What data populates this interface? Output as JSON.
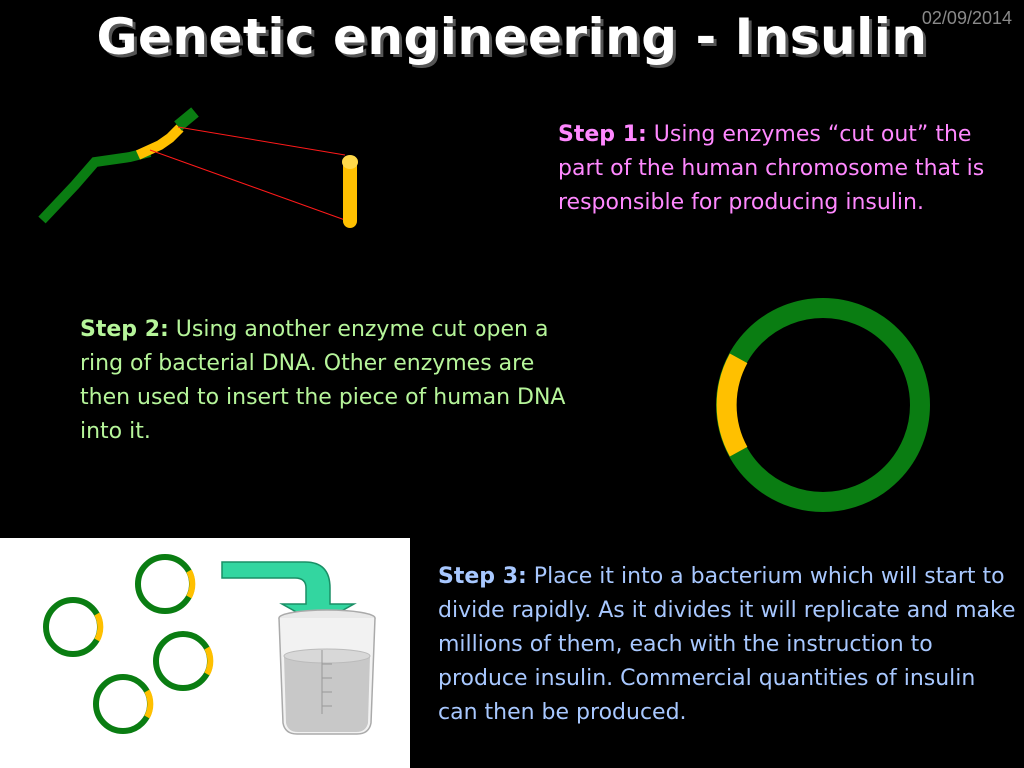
{
  "header": {
    "date": "02/09/2014",
    "title": "Genetic engineering - Insulin"
  },
  "steps": [
    {
      "label": "Step 1:",
      "text": "Using enzymes “cut out” the part of the human chromosome that is responsible for producing insulin."
    },
    {
      "label": "Step 2:",
      "text": "Using another enzyme cut open a ring of bacterial DNA.  Other enzymes are then used to insert the piece of human DNA into it."
    },
    {
      "label": "Step 3:",
      "text": "Place it into a bacterium which will start to divide rapidly.  As it divides it will replicate and make millions of them, each with the instruction to produce insulin. Commercial quantities of insulin can then be produced."
    }
  ],
  "colors": {
    "dna_green": "#0a7d12",
    "insulin_gene_yellow": "#ffc000",
    "arrow_teal": "#33d6a0"
  },
  "icons": [
    "chromosome-icon",
    "insulin-gene-icon",
    "plasmid-ring-icon",
    "bacterium-icon",
    "beaker-icon",
    "arrow-icon"
  ]
}
